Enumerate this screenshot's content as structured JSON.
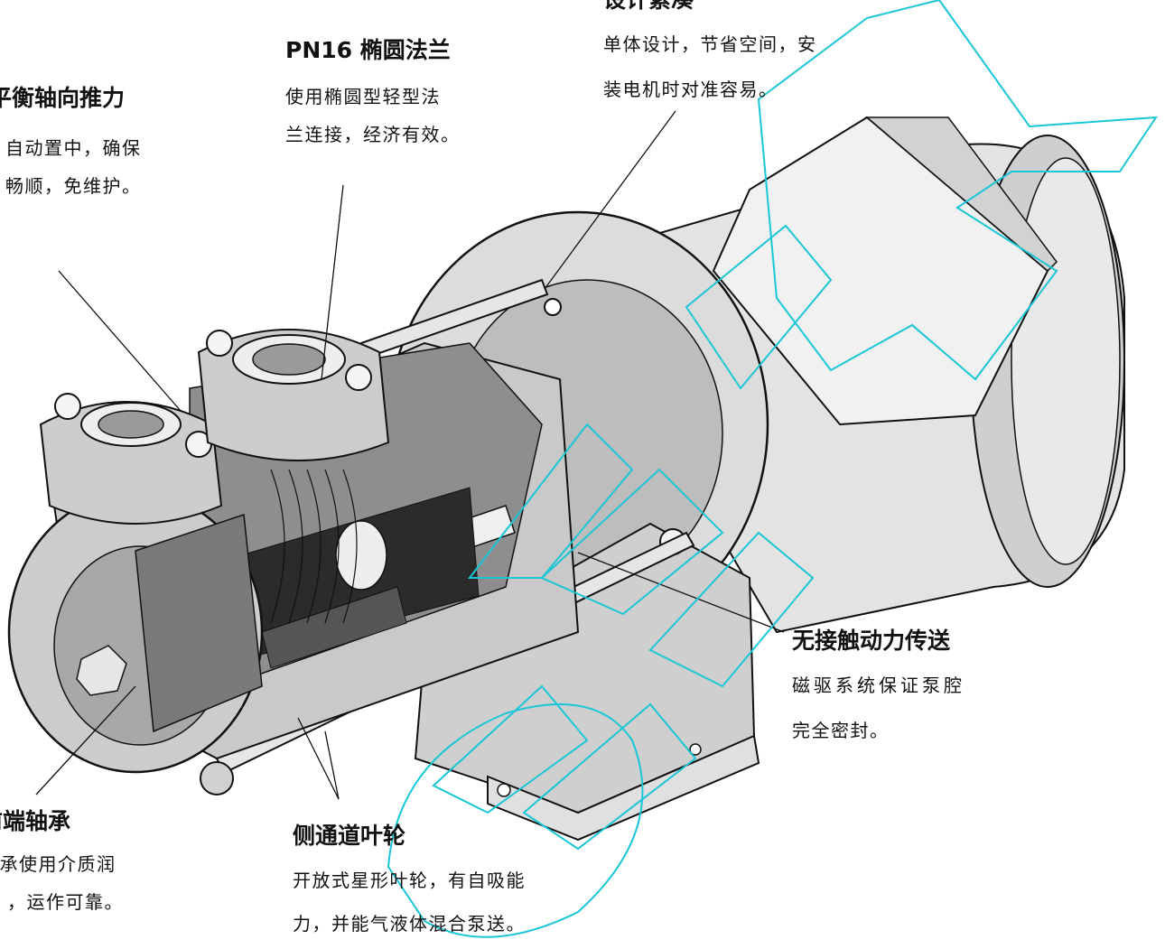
{
  "callouts": {
    "axial_thrust": {
      "title": "平衡轴向推力",
      "lines": [
        "自动置中，确保",
        "畅顺，免维护。"
      ]
    },
    "flange": {
      "title": "PN16 椭圆法兰",
      "lines": [
        "使用椭圆型轻型法",
        "兰连接，经济有效。"
      ]
    },
    "compact": {
      "title": "设计紧凑",
      "lines": [
        "单体设计，节省空间，安",
        "装电机时对准容易。"
      ]
    },
    "magnetic_drive": {
      "title": "无接触动力传送",
      "lines": [
        "磁驱系统保证泵腔",
        "完全密封。"
      ]
    },
    "bearing": {
      "title": "前端轴承",
      "lines": [
        "轴承使用介质润",
        "，运作可靠。"
      ]
    },
    "impeller": {
      "title": "侧通道叶轮",
      "lines": [
        "开放式星形叶轮，有自吸能",
        "力，并能气液体混合泵送。"
      ]
    }
  },
  "colors": {
    "watermark": "#19c6d6",
    "metal": "#d9d9d9",
    "ink": "#111111"
  }
}
